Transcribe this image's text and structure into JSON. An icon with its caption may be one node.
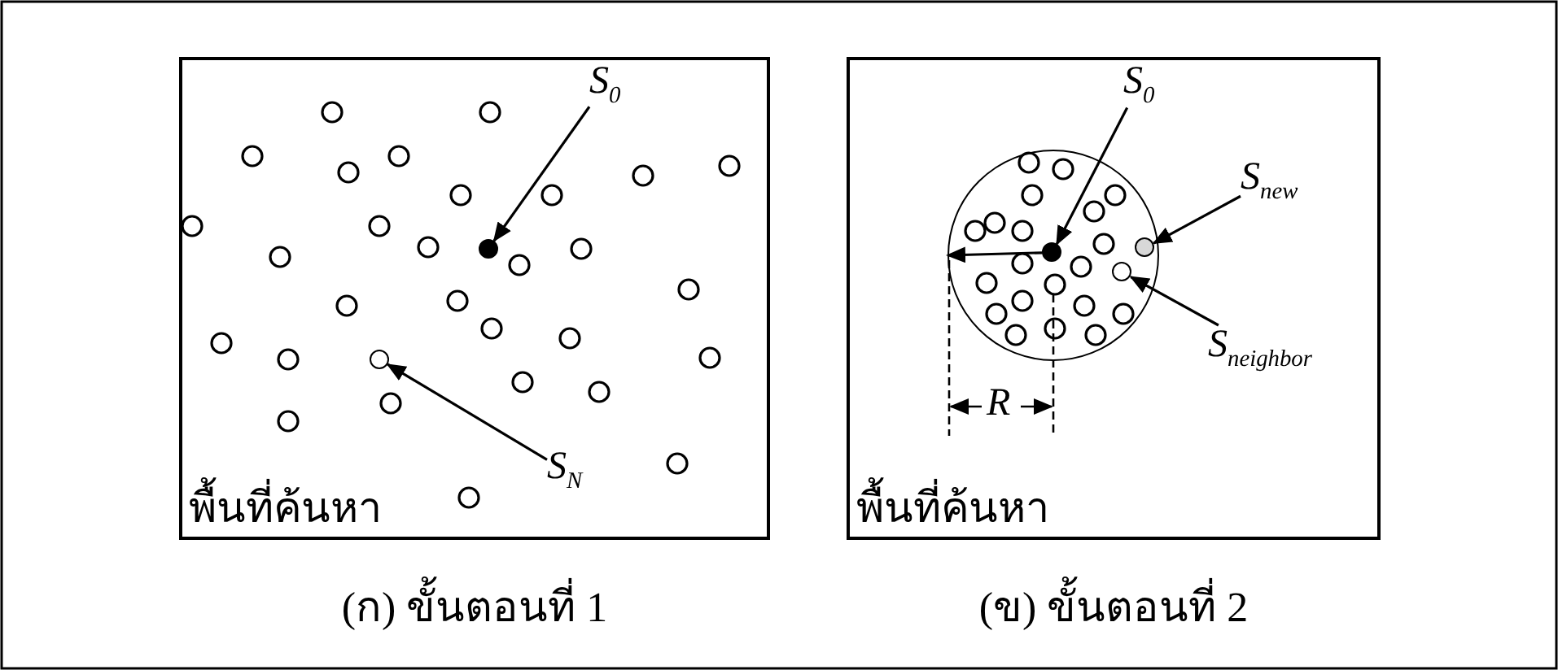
{
  "diagram": {
    "nodes": [
      {
        "text": [
          "พื้นที่ค้นหา"
        ],
        "beside": [
          "(ก) ขั้นตอนที่ 1"
        ]
      },
      {
        "text": [
          "S$_{0}$"
        ],
        "in": 0
      },
      {
        "text": [],
        "shape": "circle",
        "in": 0
      },
      {
        "text": [
          "S$_{N}$"
        ],
        "in": 0
      },
      {
        "text": [],
        "shape": "circle",
        "in": 0
      },
      {
        "text": [
          "พื้นที่ค้นหา"
        ],
        "beside": [
          "(ข) ขั้นตอนที่ 2"
        ]
      },
      {
        "text": [],
        "shape": "circle",
        "in": 5
      },
      {
        "text": [
          "S$_{0}$"
        ],
        "in": 5
      },
      {
        "text": [],
        "shape": "circle",
        "in": 6
      },
      {
        "text": [
          "S$_{new}$"
        ],
        "in": 5
      },
      {
        "text": [],
        "shape": "circle",
        "in": 6
      },
      {
        "text": [
          "S$_{neighbor}$"
        ],
        "in": 5
      },
      {
        "text": [],
        "shape": "circle",
        "in": 6
      }
    ],
    "edges": [
      {
        "from": 1,
        "to": 2,
        "arrow": "to"
      },
      {
        "from": 3,
        "to": 4,
        "arrow": "to"
      },
      {
        "from": 7,
        "to": 8,
        "arrow": "to"
      },
      {
        "from": 9,
        "to": 10,
        "arrow": "to"
      },
      {
        "from": 11,
        "to": 12,
        "arrow": "to"
      },
      {
        "from": 8,
        "to": 6,
        "arrow": "to"
      }
    ],
    "labels": [
      "R"
    ]
  }
}
